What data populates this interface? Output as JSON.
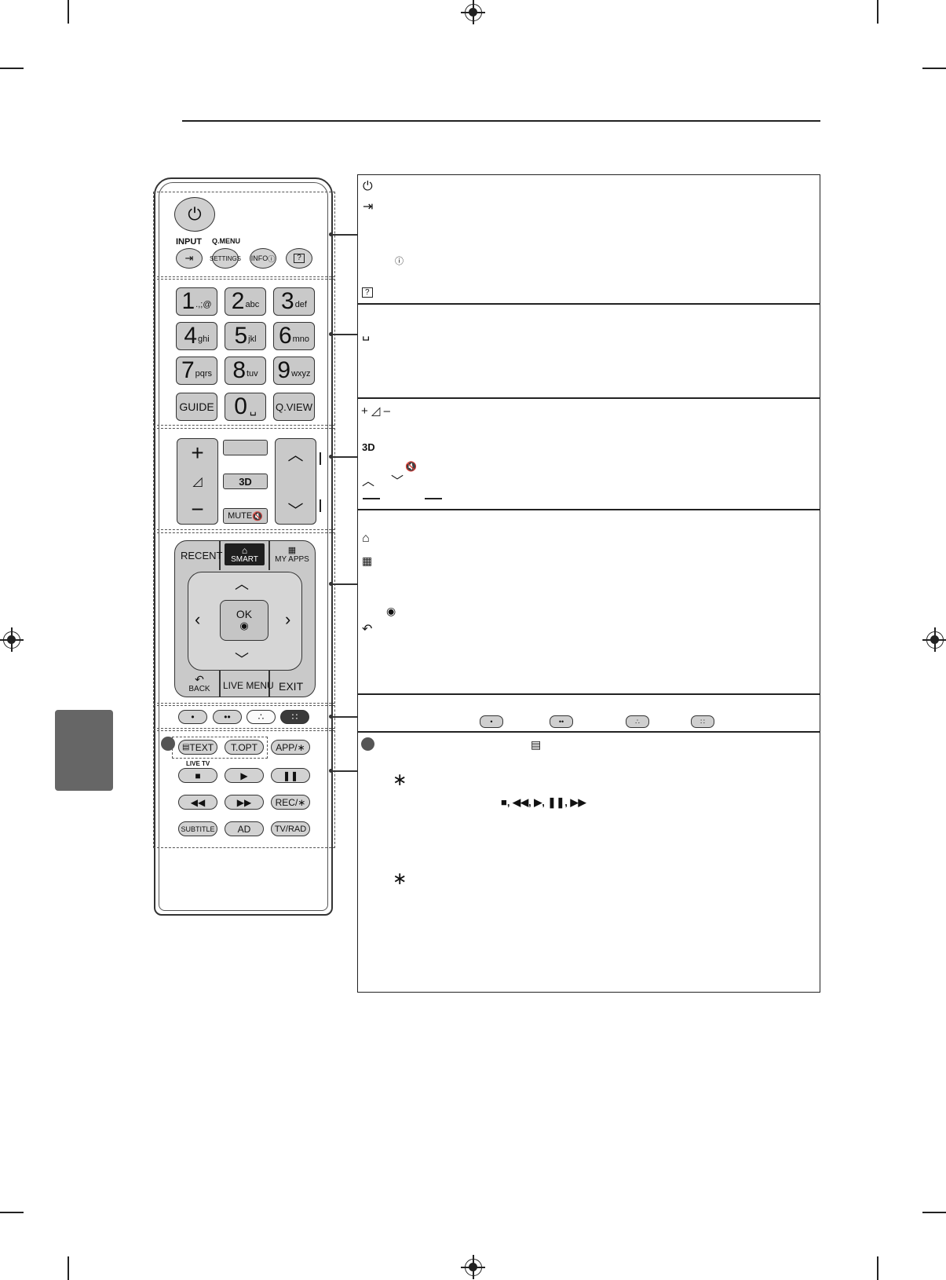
{
  "remote": {
    "top_row": {
      "input_label": "INPUT",
      "qmenu_label": "Q.MENU",
      "settings_label": "SETTINGS",
      "info_label": "INFO",
      "power_icon": "power-icon",
      "help_icon": "question-box-icon"
    },
    "numpad": [
      {
        "digit": "1",
        "letters": ".,;@"
      },
      {
        "digit": "2",
        "letters": "abc"
      },
      {
        "digit": "3",
        "letters": "def"
      },
      {
        "digit": "4",
        "letters": "ghi"
      },
      {
        "digit": "5",
        "letters": "jkl"
      },
      {
        "digit": "6",
        "letters": "mno"
      },
      {
        "digit": "7",
        "letters": "pqrs"
      },
      {
        "digit": "8",
        "letters": "tuv"
      },
      {
        "digit": "9",
        "letters": "wxyz"
      }
    ],
    "guide_label": "GUIDE",
    "zero_label": "0",
    "qview_label": "Q.VIEW",
    "volume": {
      "plus": "+",
      "minus": "−"
    },
    "three_d_label": "3D",
    "mute_label": "MUTE",
    "nav": {
      "recent_label": "RECENT",
      "smart_label": "SMART",
      "myapps_label": "MY APPS",
      "ok_label": "OK",
      "back_label": "BACK",
      "livemenu_label": "LIVE MENU",
      "exit_label": "EXIT"
    },
    "bottom": {
      "text_label": "TEXT",
      "topt_label": "T.OPT",
      "app_label": "APP/∗",
      "livetv_label": "LIVE TV",
      "rec_label": "REC/∗",
      "subtitle_label": "SUBTITLE",
      "ad_label": "AD",
      "tvrad_label": "TV/RAD"
    }
  },
  "table": {
    "row6_symbols": "■, ◀◀, ▶, ❚❚, ▶▶"
  }
}
